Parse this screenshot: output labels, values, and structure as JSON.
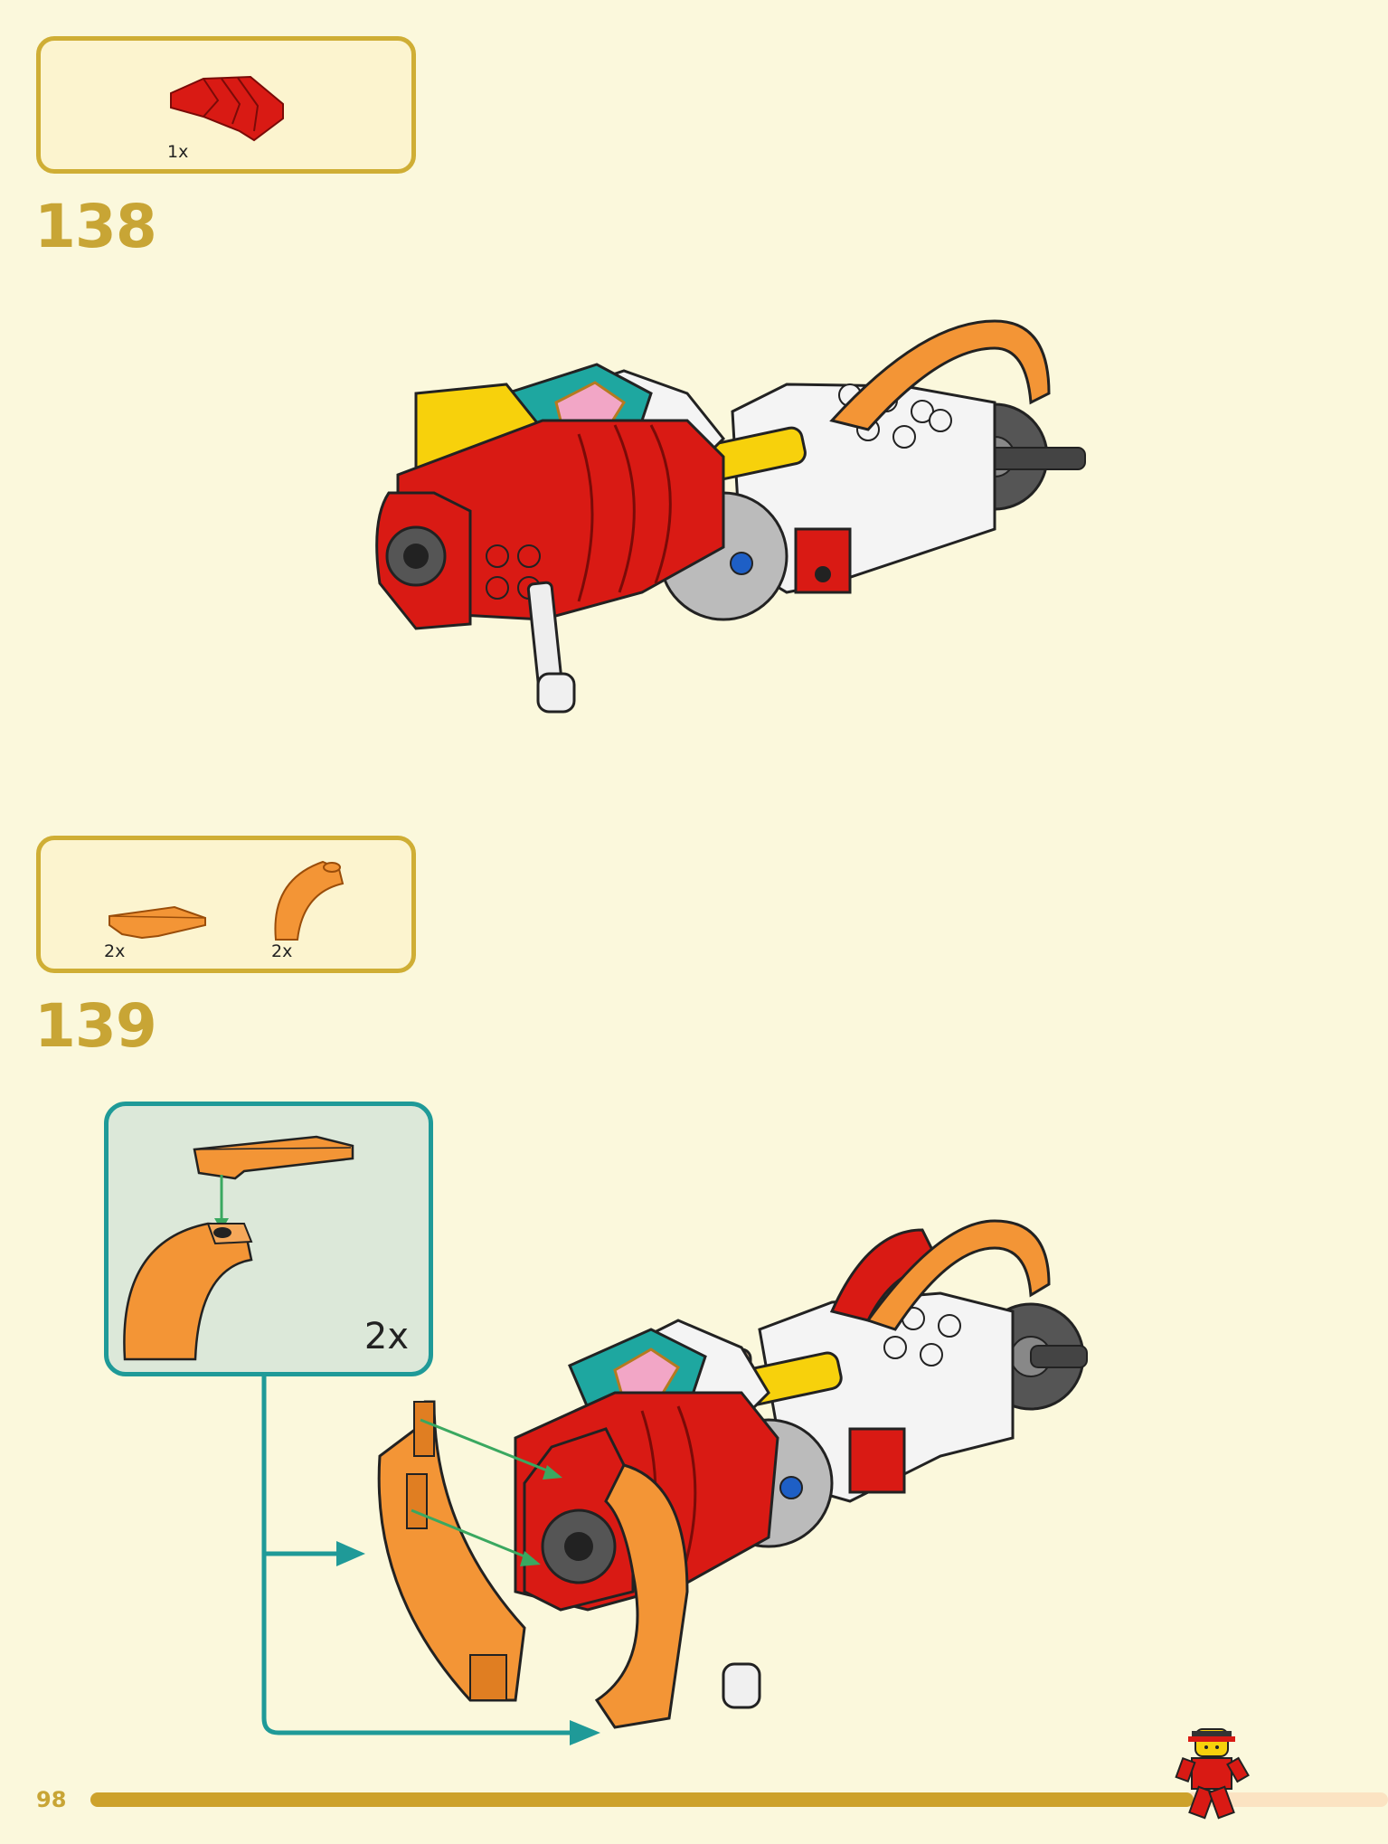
{
  "steps": [
    {
      "number": "138",
      "parts": [
        {
          "quantity": "1x",
          "color": "#d91a14",
          "icon": "red-curved-slope-brick"
        }
      ]
    },
    {
      "number": "139",
      "parts": [
        {
          "quantity": "2x",
          "color": "#f39536",
          "icon": "orange-curved-slope-plate"
        },
        {
          "quantity": "2x",
          "color": "#f39536",
          "icon": "orange-arch-brick"
        }
      ],
      "subassembly": {
        "multiplier": "2x"
      }
    }
  ],
  "footer": {
    "page_number": "98",
    "progress": 0.85
  },
  "colors": {
    "accent_gold": "#cfae35",
    "background": "#fbf8dc",
    "sub_box_border": "#1f9a98",
    "arrow_green": "#3aa860",
    "lego_red": "#d91a14",
    "lego_orange": "#f39536"
  }
}
